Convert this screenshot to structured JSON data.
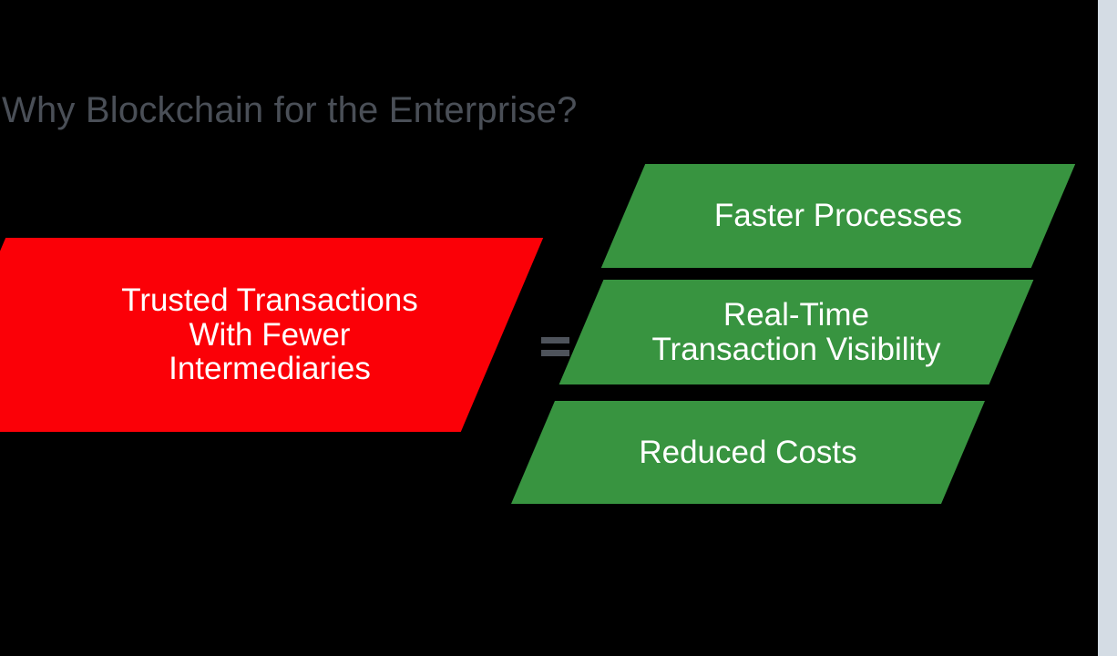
{
  "slide": {
    "title": "Why Blockchain for the Enterprise?",
    "background_color": "#000000",
    "right_strip_color": "#d4dce4",
    "title_color": "#4a4f57"
  },
  "equation": {
    "operator": "=",
    "left_term": {
      "label": "Trusted Transactions\nWith Fewer\nIntermediaries",
      "line_1": "Trusted Transactions",
      "line_2": "With Fewer",
      "line_3": "Intermediaries",
      "color": "#fb0007",
      "text_color": "#ffffff"
    },
    "right_terms": [
      {
        "label": "Faster Processes",
        "line_1": "Faster Processes",
        "line_2": "",
        "color": "#389440",
        "text_color": "#ffffff"
      },
      {
        "label": "Real-Time\nTransaction Visibility",
        "line_1": "Real-Time",
        "line_2": "Transaction Visibility",
        "color": "#389440",
        "text_color": "#ffffff"
      },
      {
        "label": "Reduced Costs",
        "line_1": "Reduced Costs",
        "line_2": "",
        "color": "#389440",
        "text_color": "#ffffff"
      }
    ]
  }
}
